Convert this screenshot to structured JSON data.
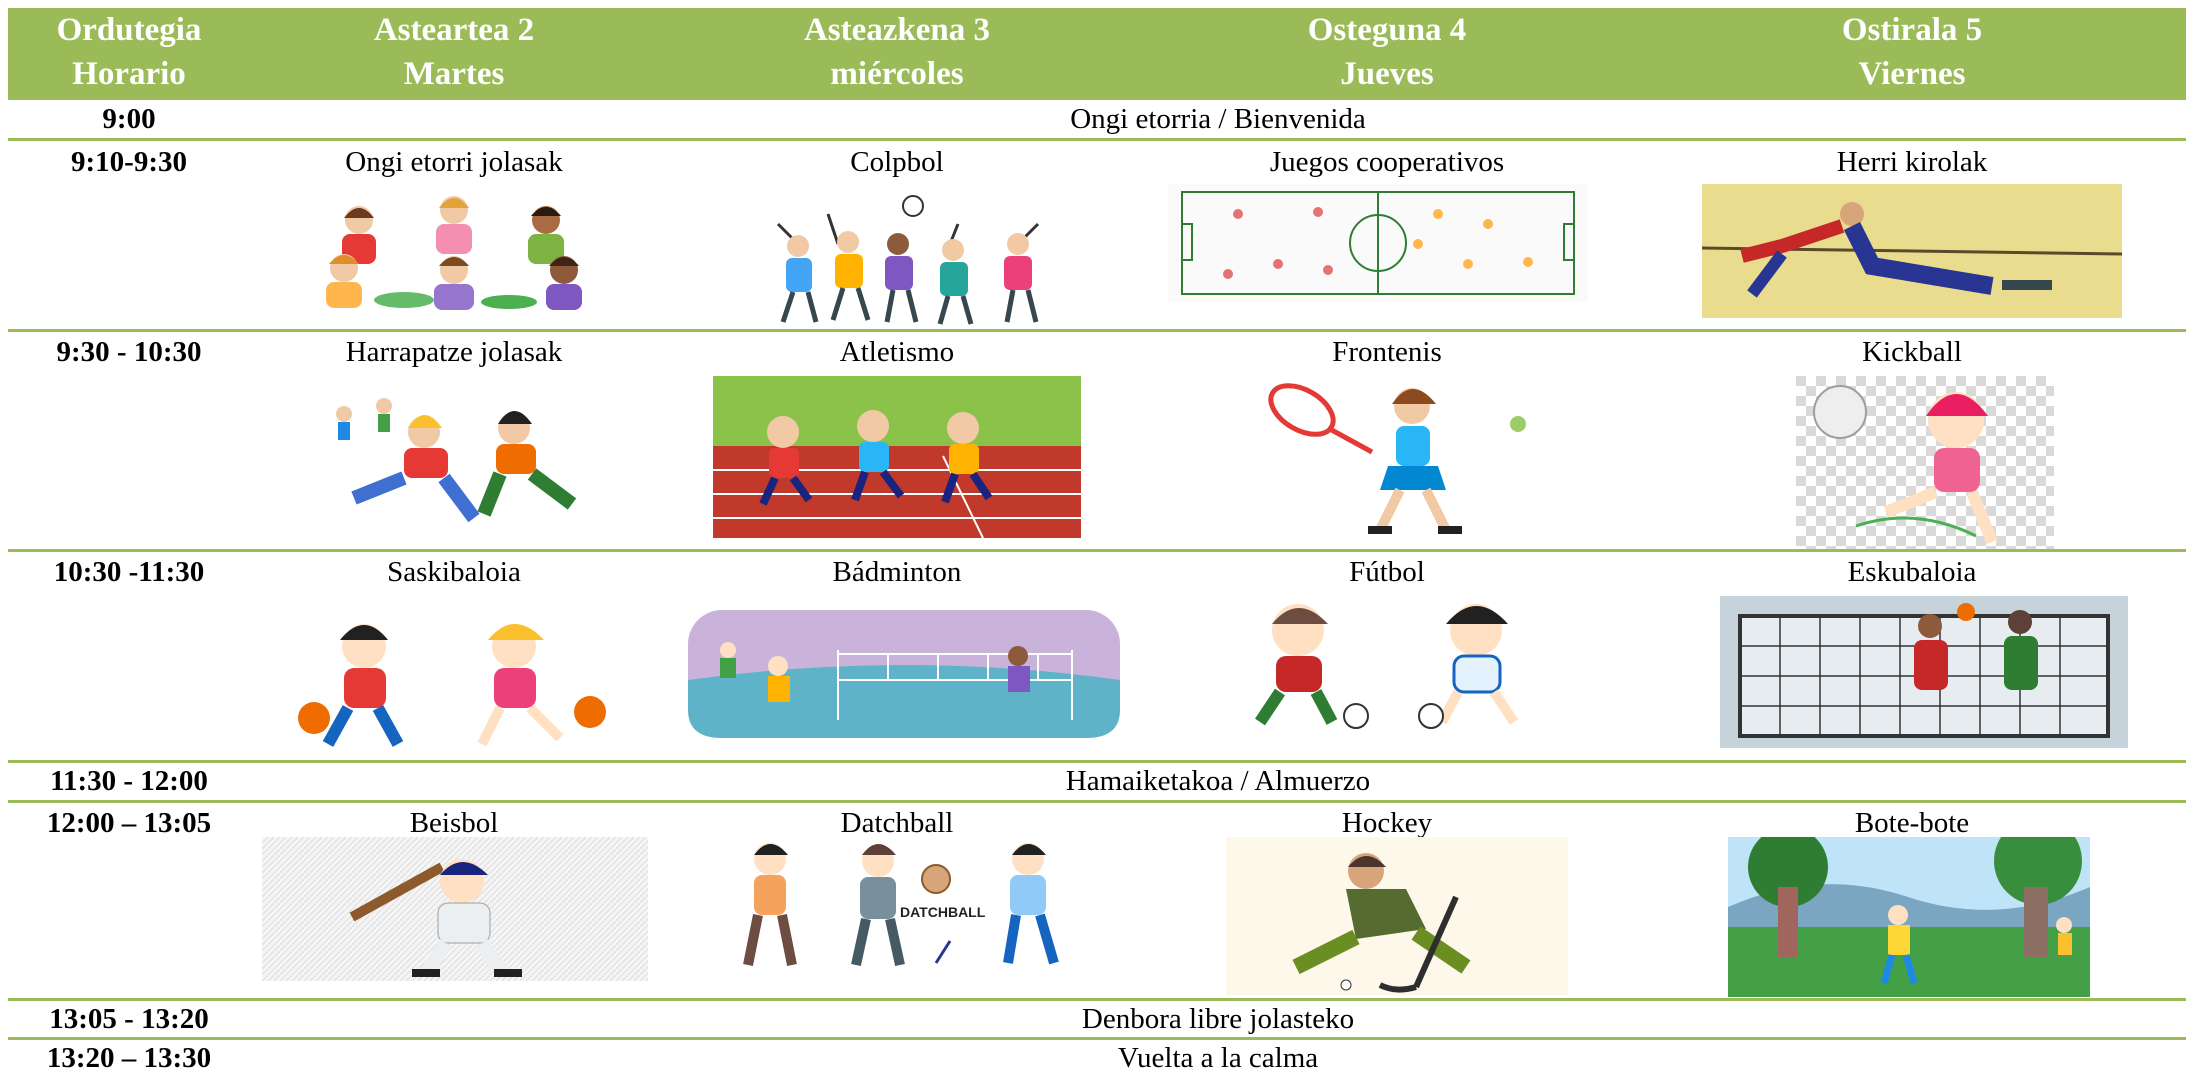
{
  "header": {
    "col0": [
      "Ordutegia",
      "Horario"
    ],
    "col1": [
      "Asteartea 2",
      "Martes"
    ],
    "col2": [
      "Asteazkena 3",
      "miércoles"
    ],
    "col3": [
      "Osteguna 4",
      "Jueves"
    ],
    "col4": [
      "Ostirala 5",
      "Viernes"
    ]
  },
  "rows": {
    "r1": {
      "time": "9:00",
      "span": "Ongi etorria / Bienvenida"
    },
    "r2": {
      "time": "9:10-9:30",
      "a": "Ongi etorri jolasak",
      "b": "Colpbol",
      "c": "Juegos cooperativos",
      "d": "Herri kirolak"
    },
    "r3": {
      "time": "9:30 - 10:30",
      "a": "Harrapatze jolasak",
      "b": "Atletismo",
      "c": "Frontenis",
      "d": "Kickball"
    },
    "r4": {
      "time": "10:30 -11:30",
      "a": "Saskibaloia",
      "b": "Bádminton",
      "c": "Fútbol",
      "d": "Eskubaloia"
    },
    "r5": {
      "time": "11:30 - 12:00",
      "span": "Hamaiketakoa / Almuerzo"
    },
    "r6": {
      "time": "12:00 – 13:05",
      "a": "Beisbol",
      "b": "Datchball",
      "c": "Hockey",
      "d": "Bote-bote"
    },
    "r7": {
      "time": "13:05 - 13:20",
      "span": "Denbora libre jolasteko"
    },
    "r8": {
      "time": "13:20 – 13:30",
      "span": "Vuelta a la calma"
    }
  },
  "art_text": {
    "datchball": "DATCHBALL"
  },
  "colors": {
    "header_green": "#9bbb59",
    "header_text": "#ffffff",
    "rule_green": "#9bbb59"
  }
}
